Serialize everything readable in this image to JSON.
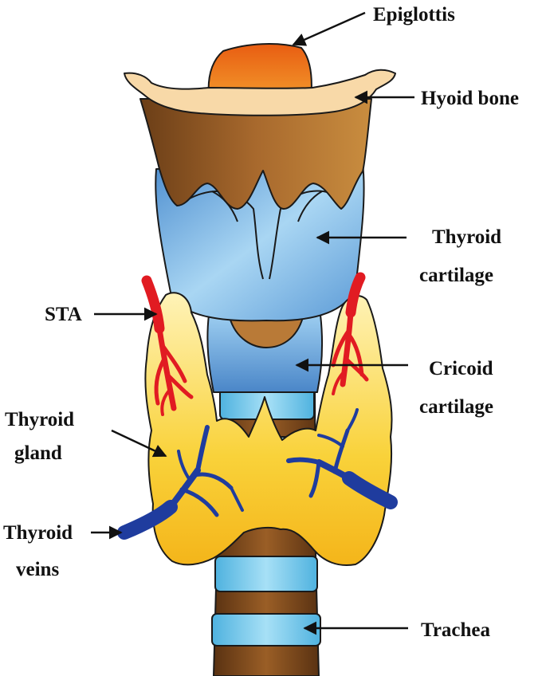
{
  "colors": {
    "epiglottis": "#e8711c",
    "hyoid_bone": "#f8d9a8",
    "thyroid_cartilage_top": "#8b5a2b",
    "cartilage_blue": "#7fb6e3",
    "cricoid_inner": "#b97a37",
    "trachea_ring_blue": "#6ec4e8",
    "trachea_ring_brown": "#7a4a20",
    "thyroid_gland": "#f8c624",
    "artery": "#e11b22",
    "vein": "#1f3c9e"
  },
  "labels": {
    "epiglottis": "Epiglottis",
    "hyoid_bone": "Hyoid bone",
    "thyroid_cartilage": [
      "Thyroid",
      "cartilage"
    ],
    "sta": "STA",
    "cricoid_cartilage": [
      "Cricoid",
      "cartilage"
    ],
    "thyroid_gland": [
      "Thyroid",
      "gland"
    ],
    "thyroid_veins": [
      "Thyroid",
      "veins"
    ],
    "trachea": "Trachea"
  },
  "icons": {
    "pointer": "arrow-icon"
  }
}
